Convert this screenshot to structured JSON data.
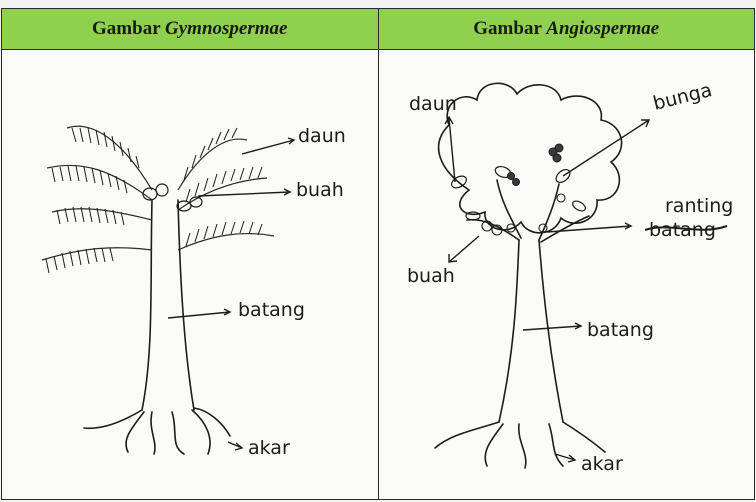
{
  "header": {
    "gymno": {
      "prefix": "Gambar",
      "latin": "Gymnospermae"
    },
    "angio": {
      "prefix": "Gambar",
      "latin": "Angiospermae"
    }
  },
  "gymno_labels": {
    "leaf": "daun",
    "fruit": "buah",
    "stem": "batang",
    "root": "akar"
  },
  "angio_labels": {
    "leaf": "daun",
    "flower": "bunga",
    "twig": "ranting",
    "crossed_out": "batang",
    "fruit": "buah",
    "stem": "batang",
    "root": "akar"
  }
}
